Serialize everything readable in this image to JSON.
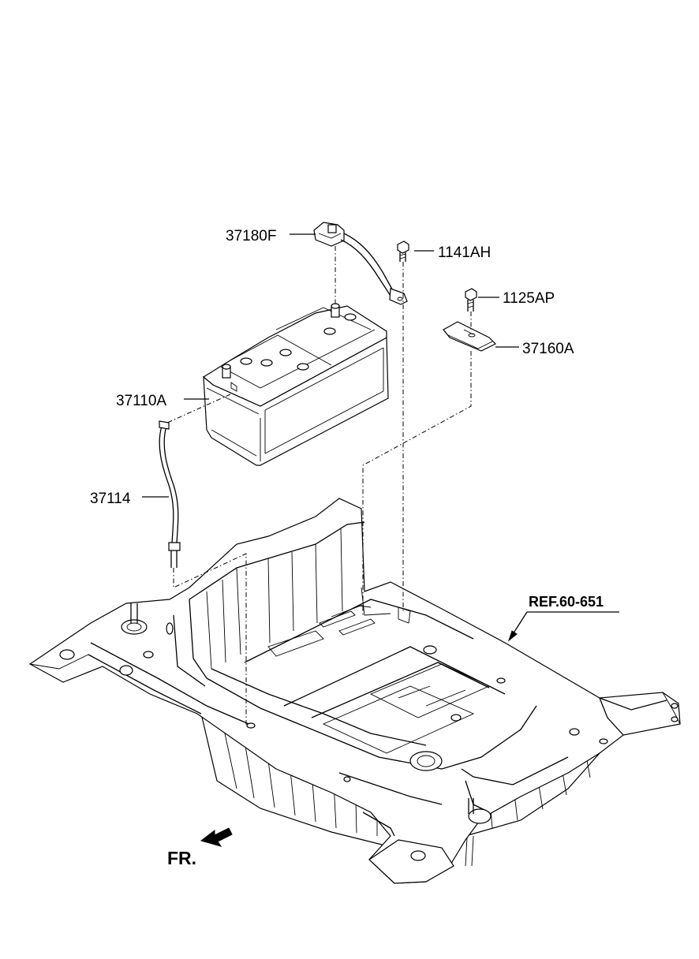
{
  "diagram": {
    "labels": {
      "cable_positive": "37180F",
      "bolt_1": "1141AH",
      "bolt_2": "1125AP",
      "clamp": "37160A",
      "battery": "37110A",
      "vent_hose": "37114",
      "floor_ref": "REF.60-651"
    },
    "direction": {
      "text": "FR.",
      "icon": "front-arrow-icon"
    }
  }
}
